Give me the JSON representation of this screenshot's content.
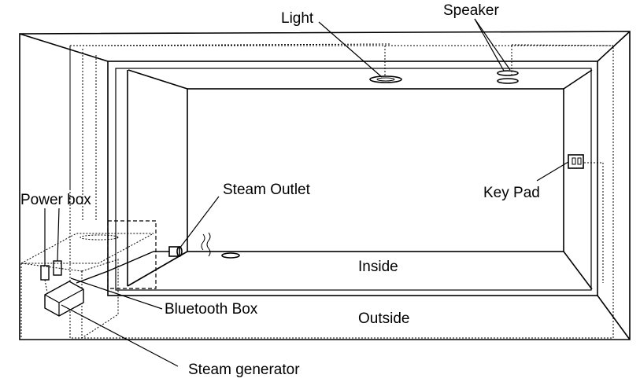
{
  "labels": {
    "light": "Light",
    "speaker": "Speaker",
    "steam_outlet": "Steam Outlet",
    "key_pad": "Key Pad",
    "power_box": "Power box",
    "inside": "Inside",
    "outside": "Outside",
    "bluetooth_box": "Bluetooth Box",
    "steam_generator": "Steam generator"
  },
  "colors": {
    "line": "#000000",
    "background": "#ffffff"
  }
}
